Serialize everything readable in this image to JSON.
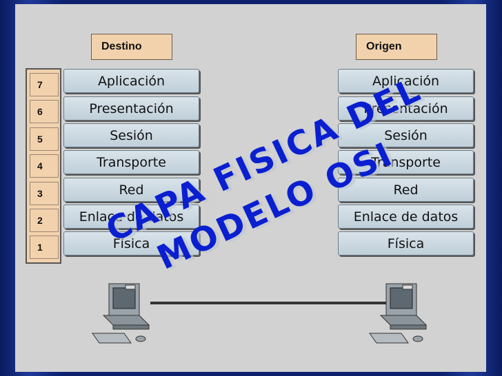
{
  "headers": {
    "left": "Destino",
    "right": "Origen"
  },
  "layer_numbers": [
    "7",
    "6",
    "5",
    "4",
    "3",
    "2",
    "1"
  ],
  "layers_left": [
    "Aplicación",
    "Presentación",
    "Sesión",
    "Transporte",
    "Red",
    "Enlace de datos",
    "Física"
  ],
  "layers_right": [
    "Aplicación",
    "Presentación",
    "Sesión",
    "Transporte",
    "Red",
    "Enlace de datos",
    "Física"
  ],
  "overlay": {
    "line1": "CAPA FISICA DEL",
    "line2": "MODELO OSI"
  },
  "colors": {
    "overlay_text": "#0a1fd0",
    "header_fill": "#f2d2ad",
    "layer_fill": "#cdd9e2",
    "background": "#0d2170"
  }
}
